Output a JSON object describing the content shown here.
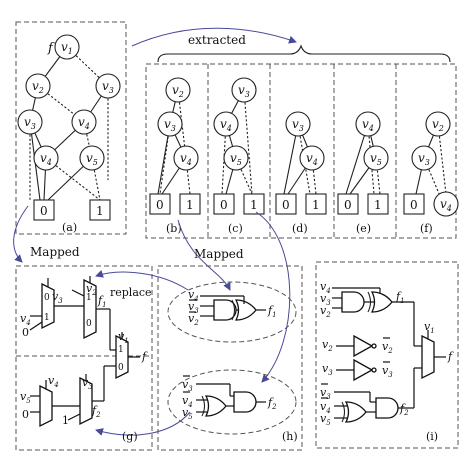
{
  "labels": {
    "extracted": "extracted",
    "mapped_left": "Mapped",
    "mapped_mid": "Mapped",
    "replace": "replace",
    "f": "f",
    "f1": "f",
    "f2": "f",
    "sub1": "1",
    "sub2": "2"
  },
  "panels": {
    "a": "(a)",
    "b": "(b)",
    "c": "(c)",
    "d": "(d)",
    "e": "(e)",
    "f": "(f)",
    "g": "(g)",
    "h": "(h)",
    "i": "(i)"
  },
  "terminals": {
    "zero": "0",
    "one": "1"
  },
  "vars": {
    "v": "v",
    "s1": "1",
    "s2": "2",
    "s3": "3",
    "s4": "4",
    "s5": "5"
  },
  "mux": {
    "zero": "0",
    "one": "1"
  }
}
